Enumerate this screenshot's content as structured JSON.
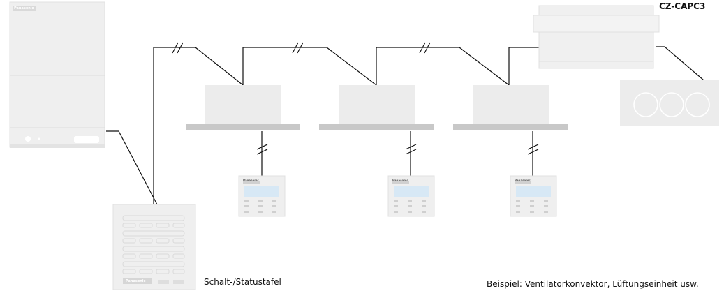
{
  "labels": {
    "adapter": "CZ-CAPC3",
    "control_panel": "Schalt-/Statustafel",
    "example": "Beispiel: Ventilatorkonvektor, Lüftungseinheit usw."
  },
  "brand": {
    "outdoor_unit": "Panasonic",
    "control_panel": "Panasonic",
    "remote_1": "Panasonic",
    "remote_2": "Panasonic",
    "remote_3": "Panasonic"
  },
  "colors": {
    "device_fill": "#ececec",
    "device_stroke": "#e0e0e0",
    "line": "#111111",
    "rail": "#c8c8c8"
  }
}
